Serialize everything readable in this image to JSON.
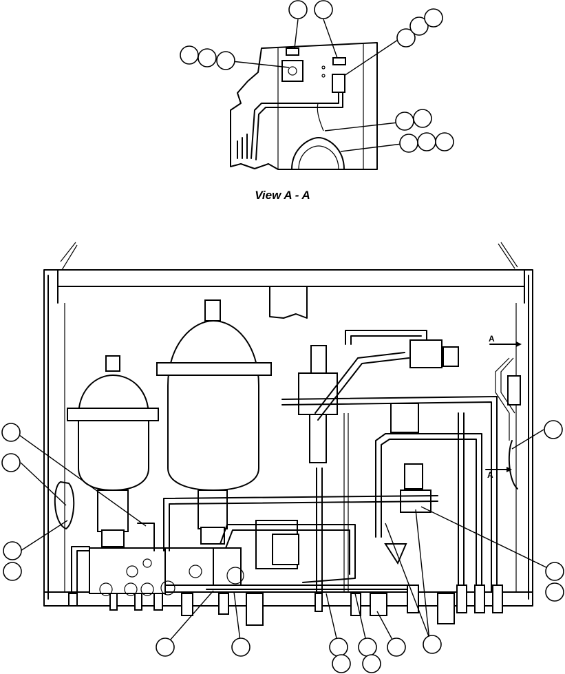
{
  "caption": "View A - A",
  "section_marks": [
    "A",
    "A"
  ],
  "callout_count": 28
}
